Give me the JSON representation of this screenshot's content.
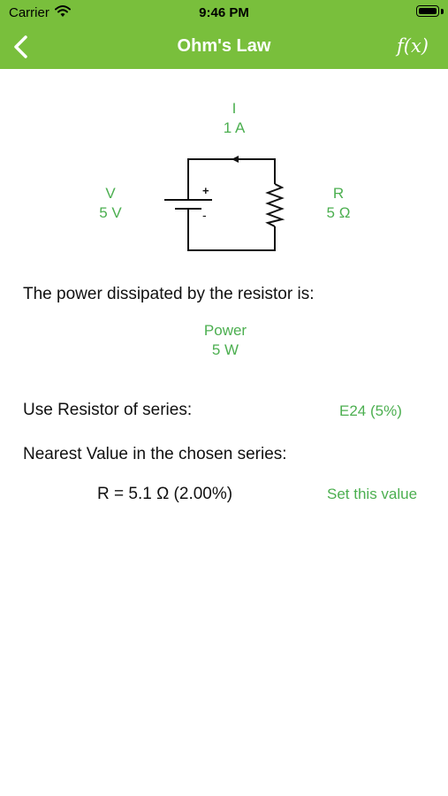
{
  "status_bar": {
    "carrier": "Carrier",
    "time": "9:46 PM"
  },
  "nav": {
    "title": "Ohm's Law",
    "fx_label": "f(x)"
  },
  "circuit": {
    "current": {
      "symbol": "I",
      "value": "1 A"
    },
    "voltage": {
      "symbol": "V",
      "value": "5 V"
    },
    "resistance": {
      "symbol": "R",
      "value": "5 Ω"
    },
    "battery_plus": "+",
    "battery_minus": "-"
  },
  "power": {
    "statement": "The power dissipated by the resistor is:",
    "label": "Power",
    "value": "5 W"
  },
  "series": {
    "label": "Use Resistor of series:",
    "value": "E24 (5%)"
  },
  "nearest": {
    "label": "Nearest Value in the chosen series:",
    "value": "R = 5.1 Ω (2.00%)",
    "set_button": "Set this value"
  },
  "colors": {
    "accent": "#79bf3c",
    "value_green": "#4caf50"
  }
}
